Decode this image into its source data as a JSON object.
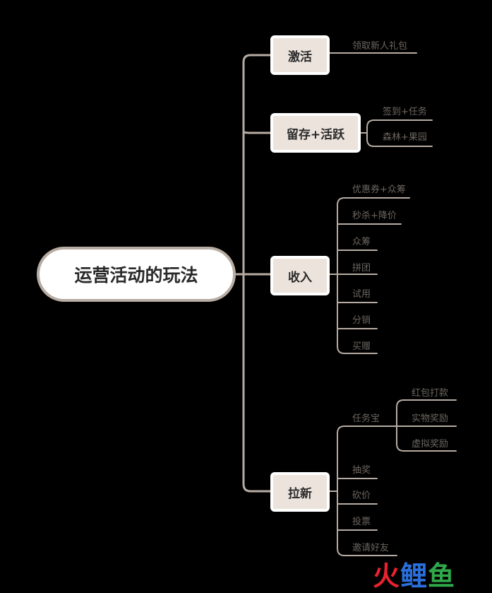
{
  "root": "运营活动的玩法",
  "categories": {
    "activation": {
      "label": "激活",
      "items": [
        "领取新人礼包"
      ]
    },
    "retention": {
      "label": "留存+活跃",
      "items": [
        "签到+任务",
        "森林+果园"
      ]
    },
    "revenue": {
      "label": "收入",
      "items": [
        "优惠券+众筹",
        "秒杀+降价",
        "众筹",
        "拼团",
        "试用",
        "分销",
        "买赠"
      ]
    },
    "acquisition": {
      "label": "拉新",
      "task_item": "任务宝",
      "task_sub": [
        "红包打款",
        "实物奖励",
        "虚拟奖励"
      ],
      "items": [
        "抽奖",
        "砍价",
        "投票",
        "邀请好友"
      ]
    }
  },
  "watermark": {
    "chars": [
      "火",
      "鲤",
      "鱼"
    ],
    "colors": [
      "#e8222e",
      "#2a6fdb",
      "#2fa84a"
    ]
  },
  "colors": {
    "line": "#b7aca3",
    "category_fill": "#ebe3dc",
    "root_fill": "#ffffff"
  }
}
